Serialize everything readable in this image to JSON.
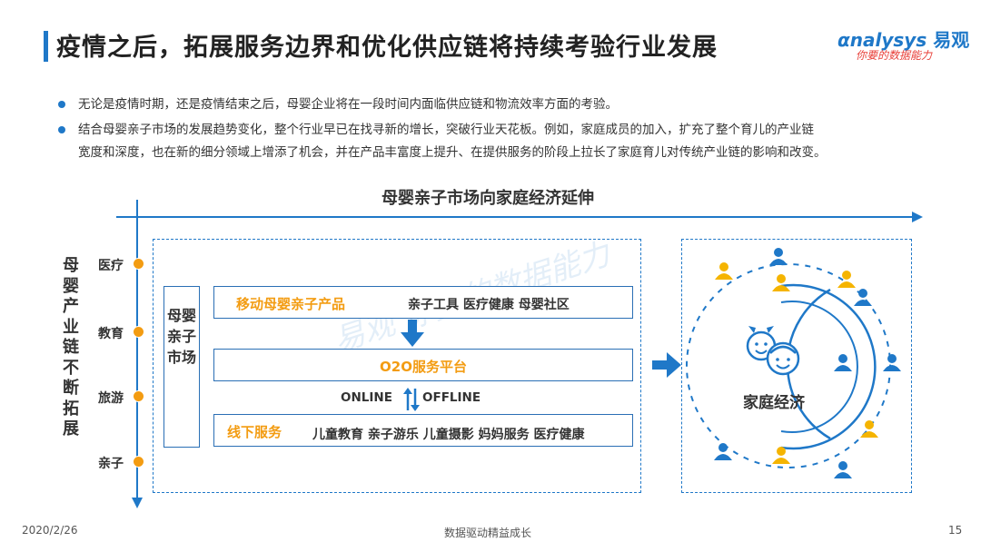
{
  "header": {
    "title": "疫情之后，拓展服务边界和优化供应链将持续考验行业发展",
    "logo_brand_latin": "nalysys",
    "logo_brand_cn": "易观",
    "logo_slogan": "你要的数据能力"
  },
  "bullets": [
    "无论是疫情时期，还是疫情结束之后，母婴企业将在一段时间内面临供应链和物流效率方面的考验。",
    "结合母婴亲子市场的发展趋势变化，整个行业早已在找寻新的增长，突破行业天花板。例如，家庭成员的加入，扩充了整个育儿的产业链",
    "宽度和深度，也在新的细分领域上增添了机会，并在产品丰富度上提升、在提供服务的阶段上拉长了家庭育儿对传统产业链的影响和改变。"
  ],
  "diagram": {
    "horizontal_axis_label": "母婴亲子市场向家庭经济延伸",
    "vertical_axis_label": "母婴产业链不断拓展",
    "axis_points": [
      "医疗",
      "教育",
      "旅游",
      "亲子"
    ],
    "market_label": "母婴亲子市场",
    "rows": {
      "mobile": {
        "title": "移动母婴亲子产品",
        "items": "亲子工具  医疗健康  母婴社区"
      },
      "o2o": {
        "title": "O2O服务平台"
      },
      "online": "ONLINE",
      "offline": "OFFLINE",
      "offline_services": {
        "title": "线下服务",
        "items": "儿童教育  亲子游乐  儿童摄影  妈妈服务  医疗健康"
      }
    },
    "family_label": "家庭经济",
    "watermark": "易观 你要的数据能力"
  },
  "colors": {
    "primary_blue": "#1f78c8",
    "accent_orange": "#f39c12",
    "logo_red": "#e8403a"
  },
  "footer": {
    "date": "2020/2/26",
    "center": "数据驱动精益成长",
    "page": "15"
  }
}
